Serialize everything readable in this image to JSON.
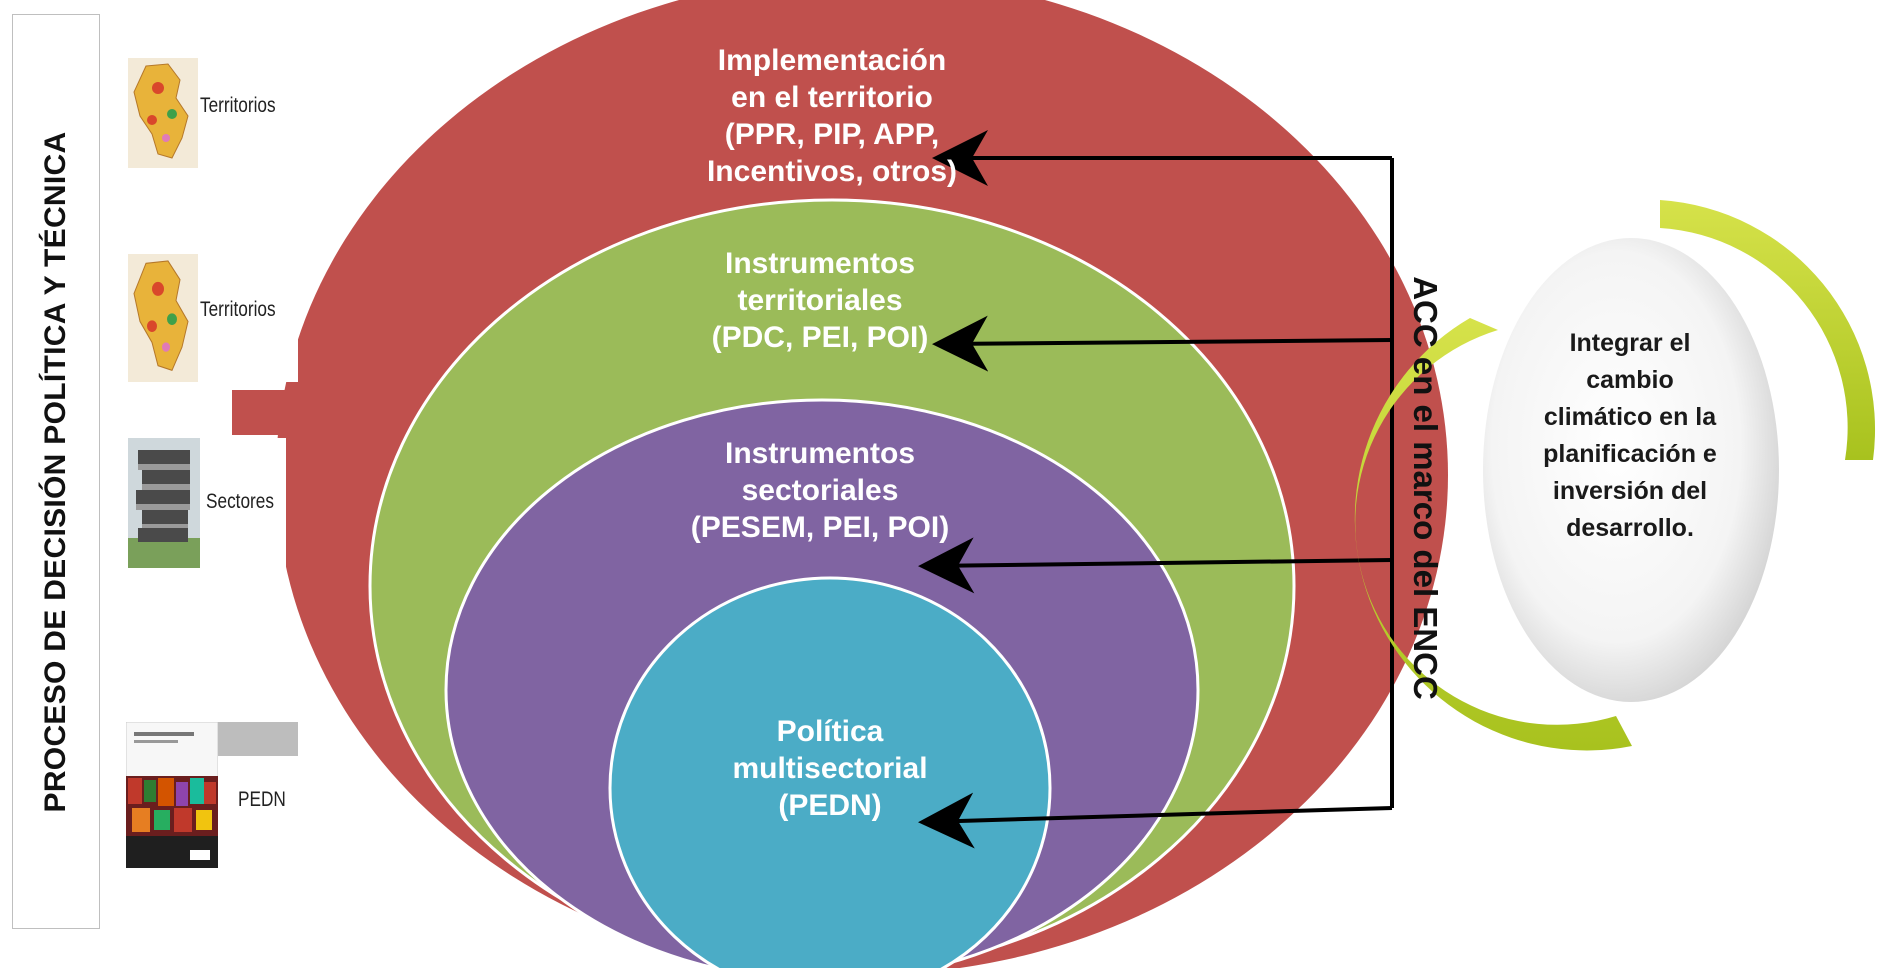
{
  "left_title": "PROCESO DE DECISIÓN POLÍTICA Y TÉCNICA",
  "thumbs": [
    {
      "label": "Territorios",
      "icon": "peru-map-icon"
    },
    {
      "label": "Territorios",
      "icon": "peru-map-icon"
    },
    {
      "label": "Sectores",
      "icon": "building-photo-icon"
    },
    {
      "label": "PEDN",
      "icon": "document-cover-icon"
    }
  ],
  "rings": {
    "outer": {
      "lines": [
        "Implementación",
        "en el territorio",
        "(PPR, PIP, APP,",
        "Incentivos, otros)"
      ],
      "color": "#c0504d"
    },
    "second": {
      "lines": [
        "Instrumentos",
        "territoriales",
        "(PDC, PEI, POI)"
      ],
      "color": "#9bbb59"
    },
    "third": {
      "lines": [
        "Instrumentos",
        "sectoriales",
        "(PESEM, PEI, POI)"
      ],
      "color": "#8064a2"
    },
    "inner": {
      "lines": [
        "Política",
        "multisectorial",
        "(PEDN)"
      ],
      "color": "#4bacc6"
    }
  },
  "side_label": "ACC en el marco del ENCC",
  "goal": {
    "lines": [
      "Integrar  el",
      "cambio",
      "climático en la",
      "planificación e",
      "inversión del",
      "desarrollo."
    ],
    "accent": "#c3d631"
  }
}
